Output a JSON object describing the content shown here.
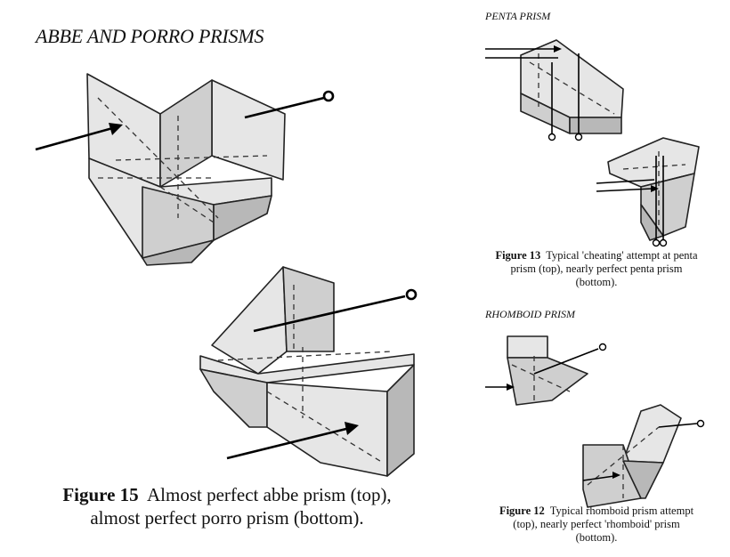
{
  "left": {
    "title": "ABBE AND PORRO PRISMS",
    "caption_label": "Figure 15",
    "caption_line1": "Almost perfect abbe prism (top),",
    "caption_line2": "almost perfect porro prism (bottom)."
  },
  "penta": {
    "title": "PENTA PRISM",
    "caption_label": "Figure 13",
    "caption_line1": "Typical 'cheating' attempt at penta",
    "caption_line2": "prism (top), nearly perfect penta prism",
    "caption_line3": "(bottom)."
  },
  "rhomboid": {
    "title": "RHOMBOID PRISM",
    "caption_label": "Figure 12",
    "caption_line1": "Typical rhomboid prism attempt",
    "caption_line2": "(top), nearly perfect 'rhomboid' prism",
    "caption_line3": "(bottom)."
  }
}
